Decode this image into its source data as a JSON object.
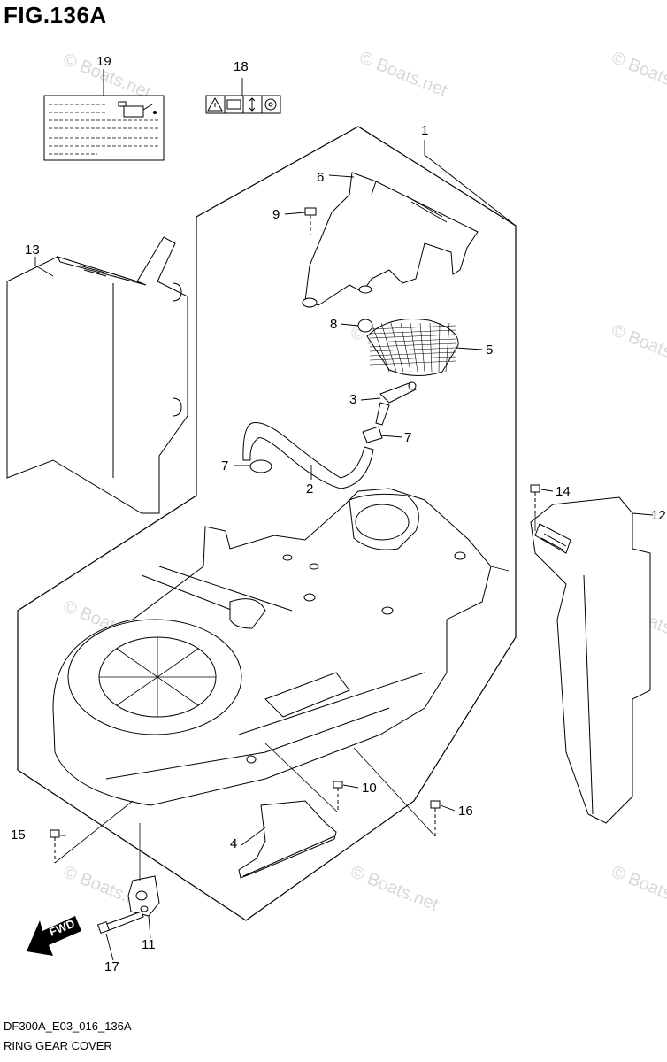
{
  "figure": {
    "title": "FIG.136A",
    "code": "DF300A_E03_016_136A",
    "name": "RING GEAR COVER"
  },
  "callouts": [
    "1",
    "2",
    "3",
    "4",
    "5",
    "6",
    "7",
    "7",
    "8",
    "9",
    "10",
    "11",
    "12",
    "13",
    "14",
    "15",
    "16",
    "17",
    "18",
    "19"
  ],
  "watermark": "© Boats.net",
  "fwd_label": "FWD",
  "colors": {
    "line": "#000000",
    "watermark": "#d8d8d8",
    "background": "#ffffff"
  },
  "icons": [
    "warning-icon",
    "manual-icon",
    "updown-icon",
    "engine-icon",
    "oil-can-icon"
  ]
}
